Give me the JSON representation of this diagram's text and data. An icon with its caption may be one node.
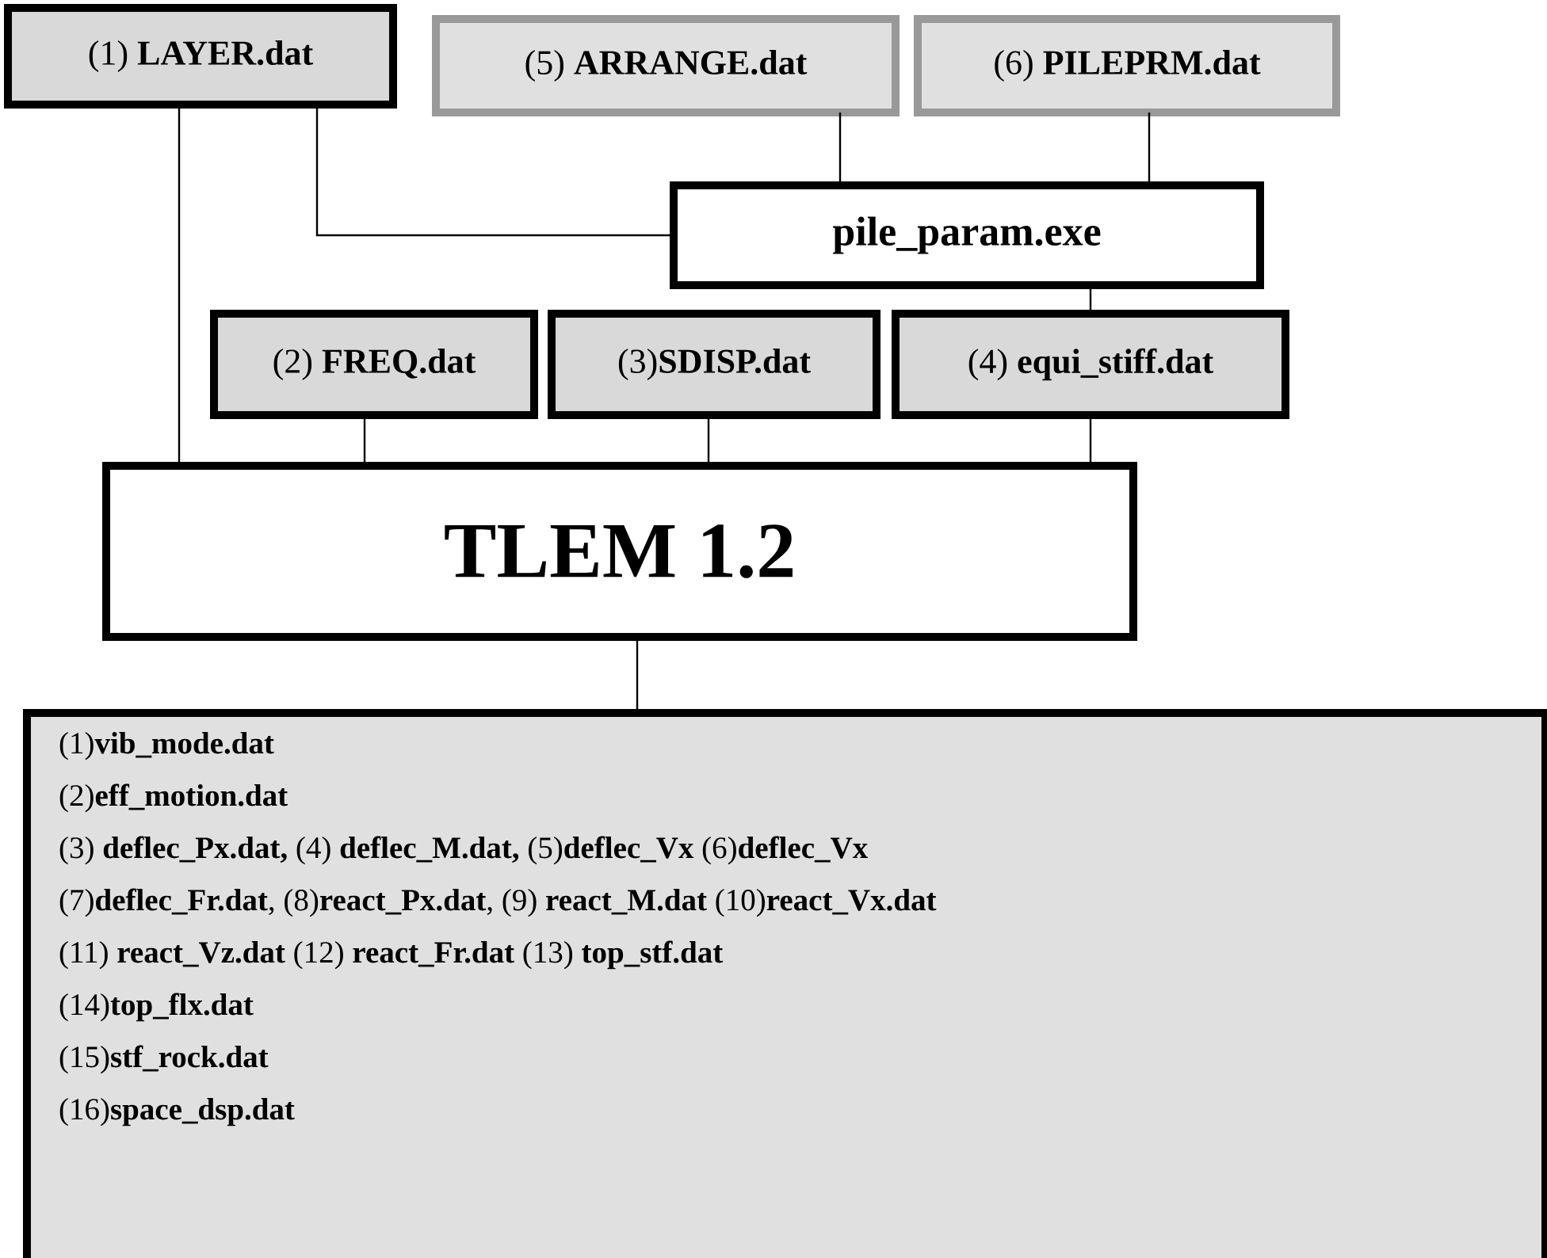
{
  "diagram": {
    "nodes": [
      {
        "text": [
          "(1) **LAYER.dat**"
        ]
      },
      {
        "text": [
          "(5) **ARRANGE.dat**"
        ]
      },
      {
        "text": [
          "(6) **PILEPRM.dat**"
        ]
      },
      {
        "text": [
          "pile_param.exe"
        ]
      },
      {
        "text": [
          "(2) **FREQ.dat**"
        ]
      },
      {
        "text": [
          "(3)**SDISP.dat**"
        ]
      },
      {
        "text": [
          "(4) **equi_stiff.dat**"
        ]
      },
      {
        "text": [
          "TLEM 1.2"
        ]
      },
      {
        "text": [
          "(1)**vib_mode.dat**",
          "(2)**eff_motion.dat**",
          "(3) **deflec_Px.dat,** (4) **deflec_M.dat,** (5)**deflec_Vx** (6)**deflec_Vx**",
          "(7)**deflec_Fr.dat**, (8)**react_Px.dat**, (9) **react_M.dat** (10)**react_Vx.dat**",
          "(11) **react_Vz.dat** (12) **react_Fr.dat** (13) **top_stf.dat**",
          "(14)**top_flx.dat**",
          "(15)**stf_rock.dat**",
          "(16)**space_dsp.dat**"
        ]
      }
    ],
    "edges": [
      {
        "from": 0,
        "to": 7,
        "arrow": "none"
      },
      {
        "from": 0,
        "to": 3,
        "arrow": "none"
      },
      {
        "from": 1,
        "to": 3,
        "arrow": "none"
      },
      {
        "from": 2,
        "to": 3,
        "arrow": "none"
      },
      {
        "from": 3,
        "to": 6,
        "arrow": "none"
      },
      {
        "from": 4,
        "to": 7,
        "arrow": "none"
      },
      {
        "from": 5,
        "to": 7,
        "arrow": "none"
      },
      {
        "from": 6,
        "to": 7,
        "arrow": "none"
      },
      {
        "from": 7,
        "to": 8,
        "arrow": "none"
      }
    ]
  }
}
